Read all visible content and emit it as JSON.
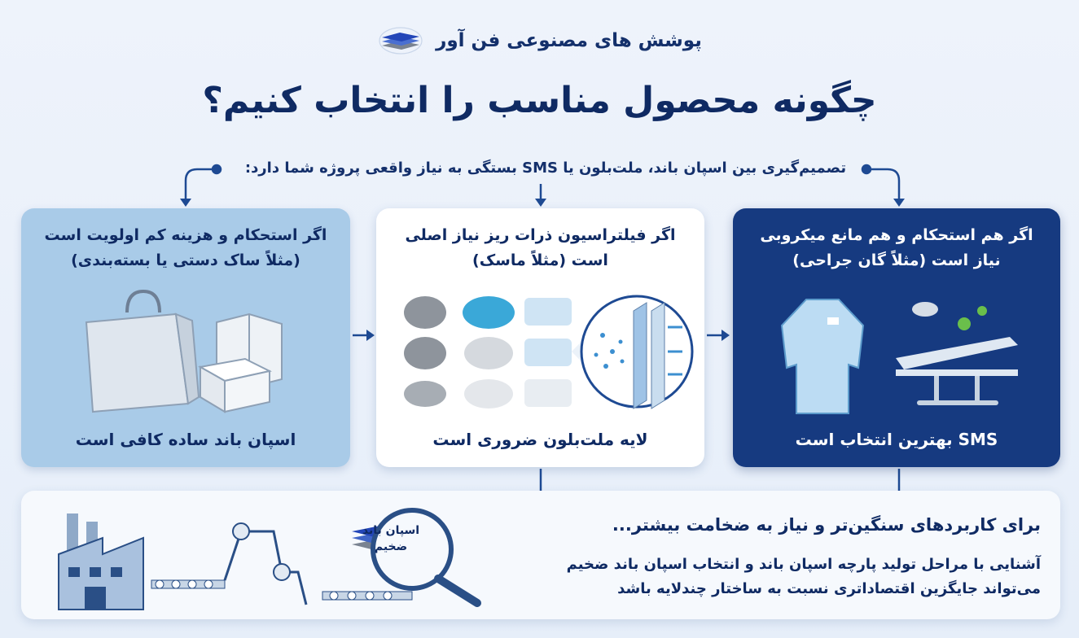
{
  "header": {
    "brand": "پوشش های مصنوعی فن آور",
    "title": "چگونه محصول مناسب را انتخاب کنیم؟",
    "subtitle": "تصمیم‌گیری بین اسپان باند، ملت‌بلون یا SMS بستگی به نیاز واقعی پروژه شما دارد:"
  },
  "cards": {
    "left": {
      "title": "اگر استحکام و هزینه کم اولویت است (مثلاً ساک دستی یا بسته‌بندی)",
      "result": "اسپان باند ساده کافی است"
    },
    "middle": {
      "title": "اگر فیلتراسیون ذرات ریز نیاز اصلی است (مثلاً ماسک)",
      "result": "لایه ملت‌بلون ضروری است"
    },
    "right": {
      "title": "اگر هم استحکام و هم مانع میکروبی نیاز است (مثلاً گان جراحی)",
      "result": "SMS بهترین انتخاب است"
    }
  },
  "bottom": {
    "heading": "برای کاربردهای سنگین‌تر و نیاز به ضخامت بیشتر...",
    "body": "آشنایی با مراحل تولید پارچه اسپان باند و انتخاب اسپان باند ضخیم می‌تواند جایگزین اقتصاداتری نسبت به ساختار چندلایه باشد",
    "lens_label": "اسپان باند ضخیم"
  },
  "colors": {
    "navy": "#163a80",
    "light_blue": "#a9cbe8",
    "text_dark": "#0f2a63",
    "accent_blue": "#2a5fb0"
  }
}
